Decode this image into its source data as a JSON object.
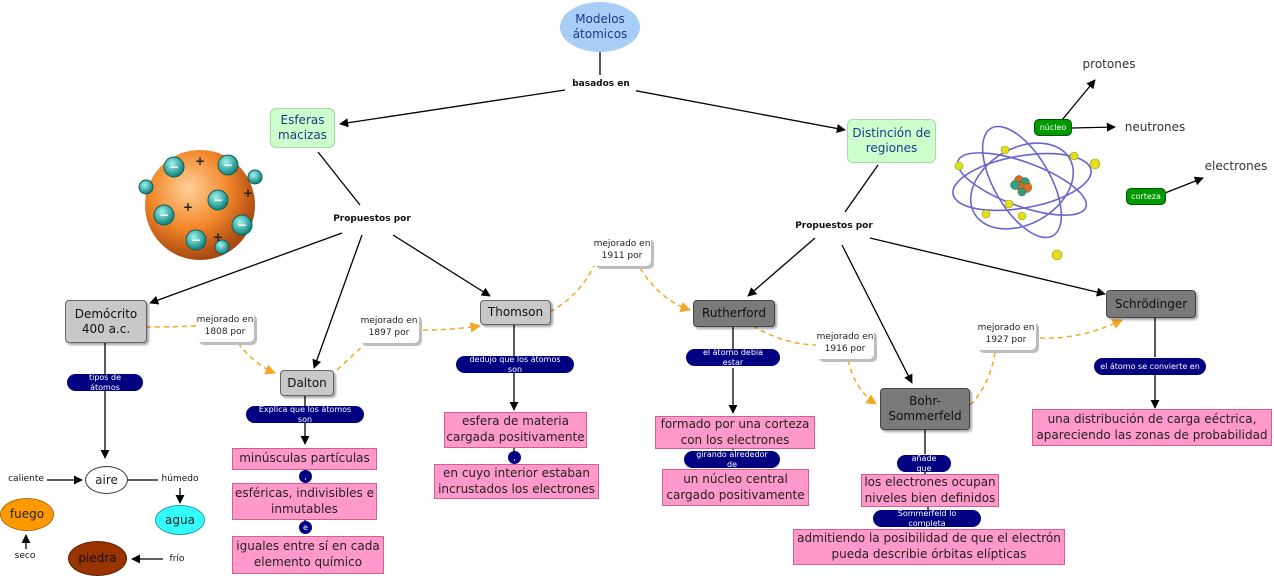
{
  "root": "Modelos átomicos",
  "labels": {
    "basados_en": "basados en",
    "propuestos_por_left": "Propuestos por",
    "propuestos_por_right": "Propuestos por"
  },
  "categories": {
    "esferas": "Esferas macizas",
    "distincion": "Distinción de regiones"
  },
  "scientists": {
    "democrito": "Demócrito 400 a.c.",
    "dalton": "Dalton",
    "thomson": "Thomson",
    "rutherford": "Rutherford",
    "bohr": "Bohr-Sommerfeld",
    "schrodinger": "Schrödinger"
  },
  "improvements": {
    "i1808": "mejorado en 1808 por",
    "i1897": "mejorado en 1897 por",
    "i1911": "mejorado en 1911 por",
    "i1916": "mejorado en 1916 por",
    "i1927": "mejorado en 1927 por"
  },
  "linkers": {
    "tipos": "tipos de átomos",
    "explica": "Explica que los átomos son",
    "dedujo": "dedujo que los átomos son",
    "debia": "el átomo debía estar",
    "girando": "girando alrededor de",
    "anade": "añade que",
    "sommerfeld": "Sommerfeld lo completa",
    "convierte": "el átomo se convierte en",
    "comma1": ",",
    "e": "e",
    "comma2": ","
  },
  "concepts": {
    "minusculas": "minúsculas partículas",
    "esfericas": "esféricas, indivisibles e inmutables",
    "iguales": "iguales entre sí en cada elemento químico",
    "esfera_materia": "esfera de materia cargada positivamente",
    "interior": "en cuyo interior estaban incrustados los electrones",
    "corteza_txt": "formado por una corteza con los electrones",
    "nucleo_central": "un núcleo central cargado positivamente",
    "niveles": "los electrones ocupan niveles bien definidos",
    "orbitas": "admitiendo la posibilidad de que el electrón pueda describie órbitas elípticas",
    "distribucion": "una distribución de carga eéctrica, apareciendo las zonas de probabilidad"
  },
  "elements": {
    "aire": "aire",
    "fuego": "fuego",
    "agua": "agua",
    "piedra": "piedra",
    "caliente": "caliente",
    "humedo": "húmedo",
    "frio": "frío",
    "seco": "seco"
  },
  "atom_figure": {
    "nucleo": "núcleo",
    "corteza": "corteza",
    "protones": "protones",
    "neutrones": "neutrones",
    "electrones": "electrones"
  },
  "thomson_figure": {
    "minus": "−",
    "plus": "+"
  },
  "colors": {
    "arrow": "#000000",
    "dashed": "#f5a623",
    "pink": "#ff99cc",
    "navy": "#000080"
  }
}
